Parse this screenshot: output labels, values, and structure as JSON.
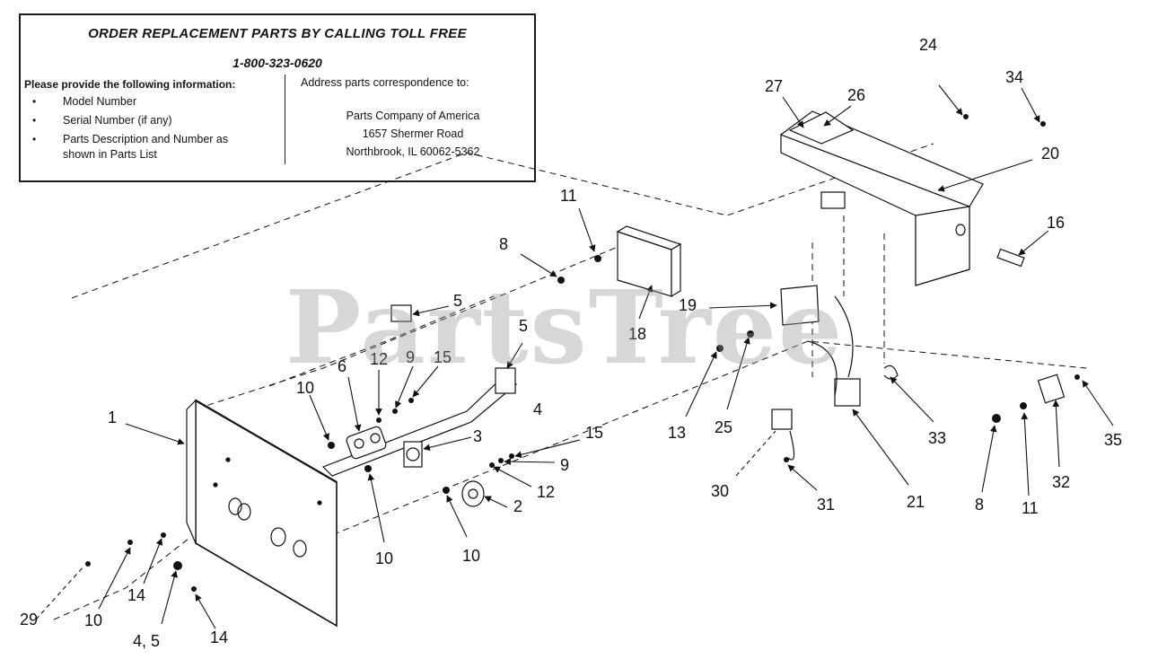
{
  "info_box": {
    "title": "ORDER REPLACEMENT PARTS BY CALLING TOLL FREE",
    "phone": "1-800-323-0620",
    "provide_header": "Please provide the following information:",
    "provide_items": [
      "Model Number",
      "Serial Number (if any)",
      "Parts Description and Number as shown in Parts List"
    ],
    "bullet": "•",
    "address_header": "Address parts correspondence to:",
    "address_lines": [
      "Parts Company of America",
      "1657 Shermer Road",
      "Northbrook, IL 60062-5362"
    ]
  },
  "watermark": "PartsTree",
  "callouts": [
    {
      "label": "24"
    },
    {
      "label": "34"
    },
    {
      "label": "27"
    },
    {
      "label": "26"
    },
    {
      "label": "20"
    },
    {
      "label": "16"
    },
    {
      "label": "11"
    },
    {
      "label": "8"
    },
    {
      "label": "5"
    },
    {
      "label": "19"
    },
    {
      "label": "18"
    },
    {
      "label": "5"
    },
    {
      "label": "12"
    },
    {
      "label": "9"
    },
    {
      "label": "15"
    },
    {
      "label": "6"
    },
    {
      "label": "10"
    },
    {
      "label": "1"
    },
    {
      "label": "4"
    },
    {
      "label": "3"
    },
    {
      "label": "15"
    },
    {
      "label": "9"
    },
    {
      "label": "12"
    },
    {
      "label": "2"
    },
    {
      "label": "10"
    },
    {
      "label": "10"
    },
    {
      "label": "13"
    },
    {
      "label": "25"
    },
    {
      "label": "33"
    },
    {
      "label": "35"
    },
    {
      "label": "32"
    },
    {
      "label": "8"
    },
    {
      "label": "11"
    },
    {
      "label": "21"
    },
    {
      "label": "31"
    },
    {
      "label": "30"
    },
    {
      "label": "29"
    },
    {
      "label": "10"
    },
    {
      "label": "14"
    },
    {
      "label": "4, 5"
    },
    {
      "label": "14"
    }
  ]
}
